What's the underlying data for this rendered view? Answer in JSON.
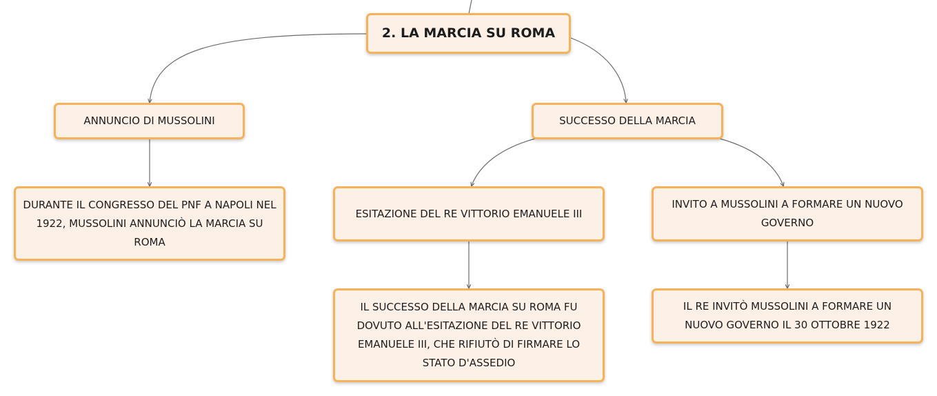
{
  "nodes": {
    "root": "2. LA MARCIA SU ROMA",
    "annuncio": "ANNUNCIO DI MUSSOLINI",
    "annuncio_detail": "DURANTE IL CONGRESSO DEL PNF A NAPOLI NEL 1922, MUSSOLINI ANNUNCIÒ LA MARCIA SU ROMA",
    "successo": "SUCCESSO DELLA MARCIA",
    "esitazione": "ESITAZIONE DEL RE VITTORIO EMANUELE III",
    "esitazione_detail": "IL SUCCESSO DELLA MARCIA SU ROMA FU DOVUTO ALL'ESITAZIONE DEL RE VITTORIO EMANUELE III, CHE RIFIUTÒ DI FIRMARE LO STATO D'ASSEDIO",
    "invito": "INVITO A MUSSOLINI A FORMARE UN NUOVO GOVERNO",
    "invito_detail": "IL RE INVITÒ MUSSOLINI A FORMARE UN NUOVO GOVERNO IL 30 OTTOBRE 1922"
  },
  "colors": {
    "node_fill": "#fdf1e7",
    "node_border": "#f6b25a",
    "connector": "#6a6a6a"
  }
}
